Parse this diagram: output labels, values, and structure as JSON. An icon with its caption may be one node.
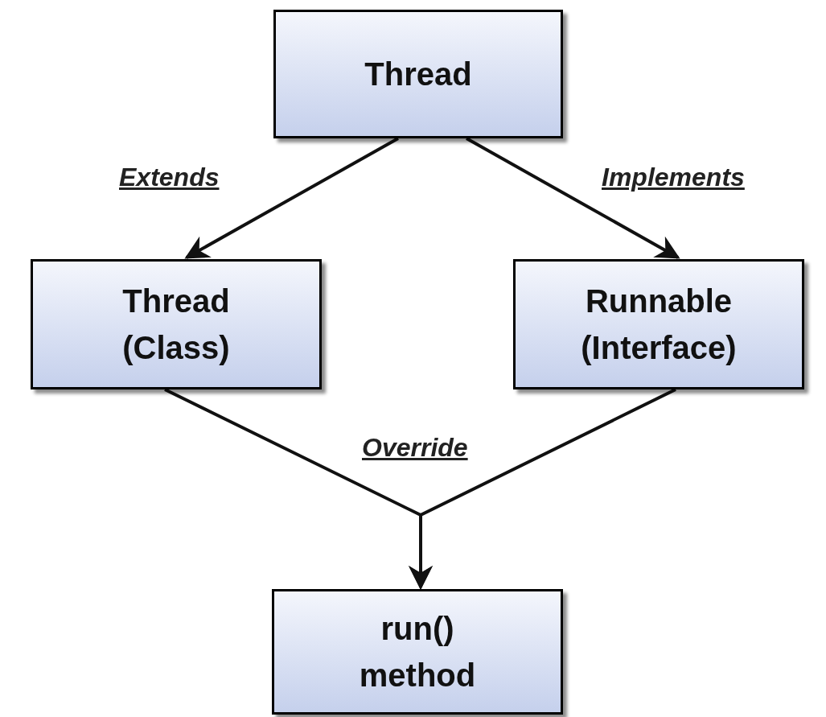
{
  "diagram": {
    "nodes": [
      {
        "text": [
          "Thread"
        ]
      },
      {
        "text": [
          "Thread (Class)"
        ]
      },
      {
        "text": [
          "Runnable (Interface)"
        ]
      },
      {
        "text": [
          "run() method"
        ]
      }
    ],
    "edges": [
      {
        "from": 0,
        "to": 1,
        "arrow": "to",
        "label": "Extends"
      },
      {
        "from": 0,
        "to": 2,
        "arrow": "to",
        "label": "Implements"
      },
      {
        "from": 1,
        "to": 3,
        "arrow": "to",
        "label": "Override"
      },
      {
        "from": 2,
        "to": 3,
        "arrow": "to"
      }
    ]
  }
}
